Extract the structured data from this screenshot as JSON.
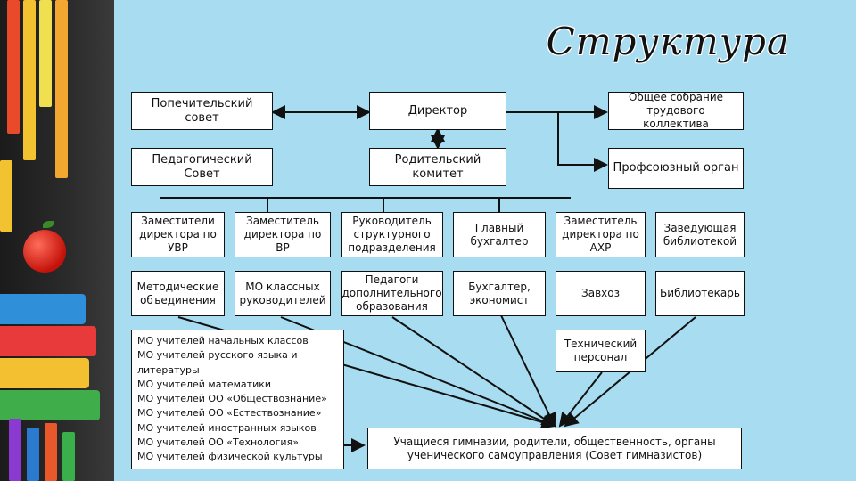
{
  "title": "Структура",
  "boxes": {
    "board": "Попечительский совет",
    "director": "Директор",
    "general_meeting": "Общее собрание трудового коллектива",
    "ped_council": "Педагогический Совет",
    "parent_committee": "Родительский комитет",
    "union": "Профсоюзный орган",
    "dep_uvr": "Заместители директора по УВР",
    "dep_vr": "Заместитель директора по ВР",
    "head_unit": "Руководитель структурного подразделения",
    "chief_accountant": "Главный бухгалтер",
    "dep_ahr": "Заместитель директора по АХР",
    "head_library": "Заведующая библиотекой",
    "method_assoc": "Методические объединения",
    "mo_class": "МО классных руководителей",
    "addl_teachers": "Педагоги дополнительного образования",
    "accountant": "Бухгалтер, экономист",
    "supply": "Завхоз",
    "librarian": "Библиотекарь",
    "tech_staff": "Технический персонал",
    "students": "Учащиеся гимназии, родители, общественность, органы ученического самоуправления (Совет гимназистов)"
  },
  "mo_list": [
    "МО учителей начальных классов",
    "МО учителей русского языка и",
    "литературы",
    "МО учителей математики",
    "МО учителей ОО «Обществознание»",
    "МО учителей ОО «Естествознание»",
    "МО учителей иностранных языков",
    "МО учителей ОО «Технология»",
    "МО учителей физической культуры"
  ]
}
